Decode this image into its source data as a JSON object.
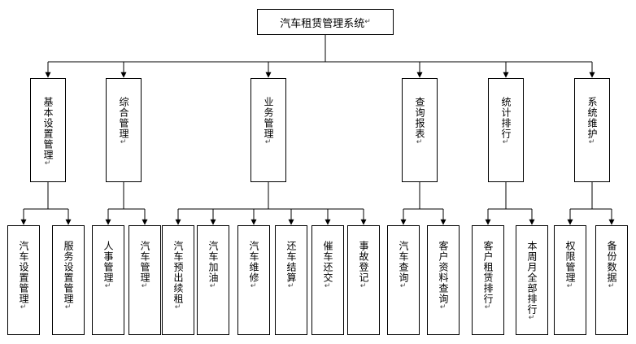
{
  "root": {
    "label": "汽车租赁管理系统"
  },
  "modules": [
    {
      "label": "基本设置管理",
      "children": [
        {
          "label": "汽车设置管理"
        },
        {
          "label": "服务设置管理"
        }
      ]
    },
    {
      "label": "综合管理",
      "children": [
        {
          "label": "人事管理"
        },
        {
          "label": "汽车管理"
        }
      ]
    },
    {
      "label": "业务管理",
      "children": [
        {
          "label": "汽车预出续租"
        },
        {
          "label": "汽车加油"
        },
        {
          "label": "汽车维修"
        },
        {
          "label": "还车结算"
        },
        {
          "label": "催车还交"
        },
        {
          "label": "事故登记"
        }
      ]
    },
    {
      "label": "查询报表",
      "children": [
        {
          "label": "汽车查询"
        },
        {
          "label": "客户资料查询"
        }
      ]
    },
    {
      "label": "统计排行",
      "children": [
        {
          "label": "客户租赁排行"
        },
        {
          "label": "本周月全部排行"
        }
      ]
    },
    {
      "label": "系统维护",
      "children": [
        {
          "label": "权限管理"
        },
        {
          "label": "备份数据"
        }
      ]
    }
  ]
}
